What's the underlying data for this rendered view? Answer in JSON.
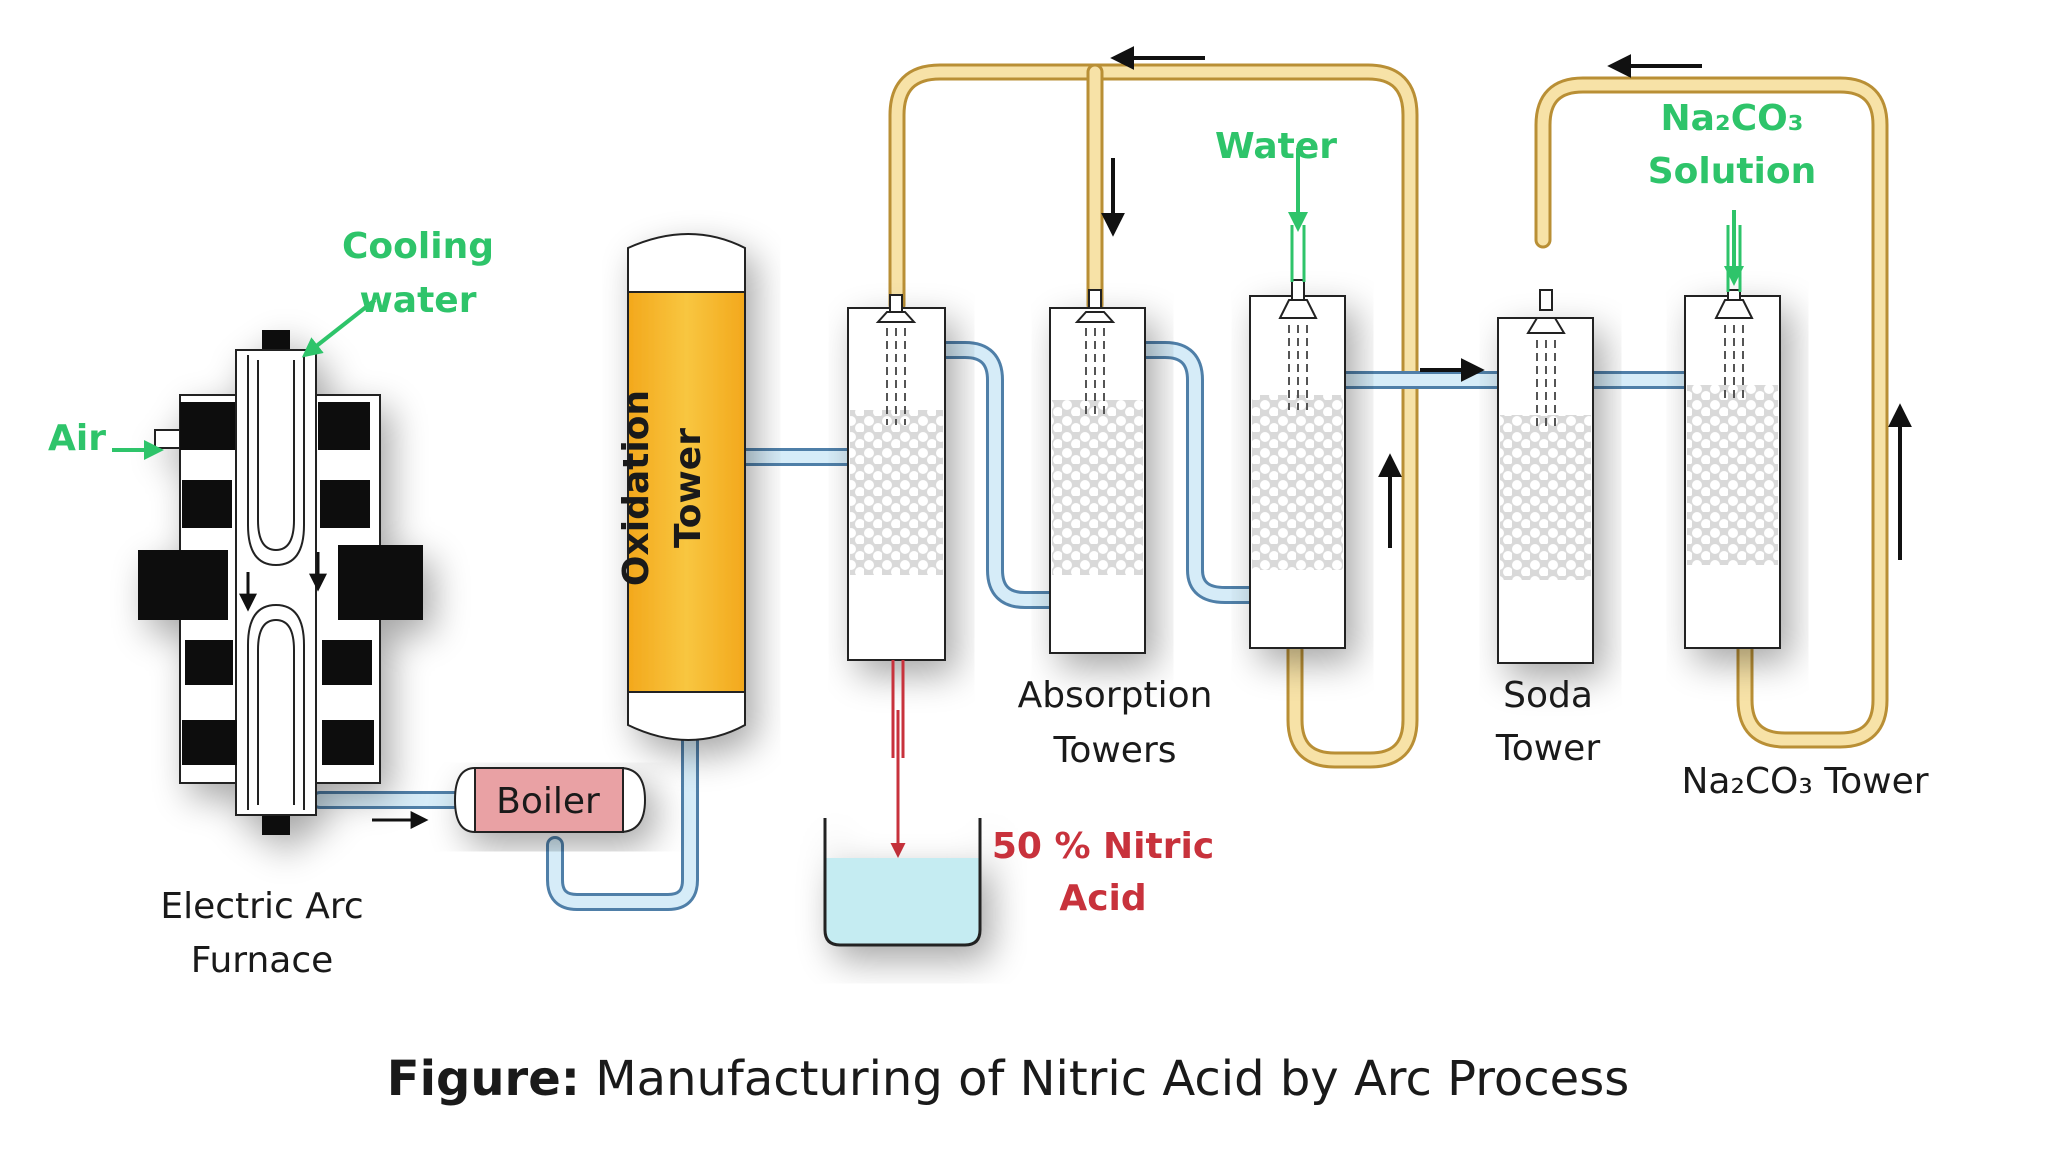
{
  "labels": {
    "cooling_water_1": "Cooling",
    "cooling_water_2": "water",
    "air": "Air",
    "oxidation_tower_1": "Oxidation",
    "oxidation_tower_2": "Tower",
    "boiler": "Boiler",
    "electric_arc_1": "Electric Arc",
    "electric_arc_2": "Furnace",
    "water": "Water",
    "na2co3_top_1": "Na₂CO₃",
    "na2co3_top_2": "Solution",
    "absorption_1": "Absorption",
    "absorption_2": "Towers",
    "soda_1": "Soda",
    "soda_2": "Tower",
    "na2co3_tower": "Na₂CO₃ Tower",
    "nitric_1": "50 % Nitric",
    "nitric_2": "Acid"
  },
  "caption": {
    "prefix": "Figure:",
    "text": " Manufacturing of Nitric Acid by Arc Process"
  },
  "colors": {
    "gas_pipe": "#f3d58a",
    "liquid_pipe": "#8cc3e6",
    "oxidation_tower": "#f5b92e",
    "boiler": "#e9a1a4",
    "acid_liquid": "#c5ecf2",
    "acid_arrow": "#c8323c",
    "label_green": "#2ec46a"
  }
}
